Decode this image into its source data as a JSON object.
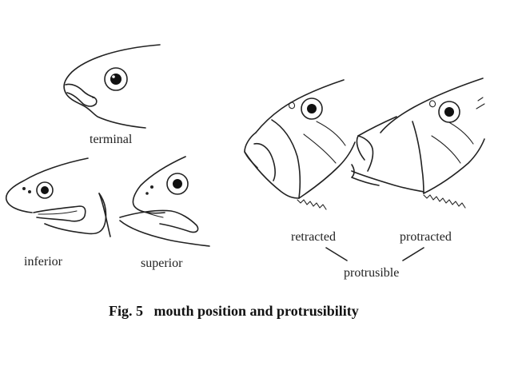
{
  "labels": {
    "terminal": "terminal",
    "inferior": "inferior",
    "superior": "superior",
    "retracted": "retracted",
    "protracted": "protracted",
    "protrusible": "protrusible"
  },
  "caption": "Fig. 5   mouth position and protrusibility"
}
